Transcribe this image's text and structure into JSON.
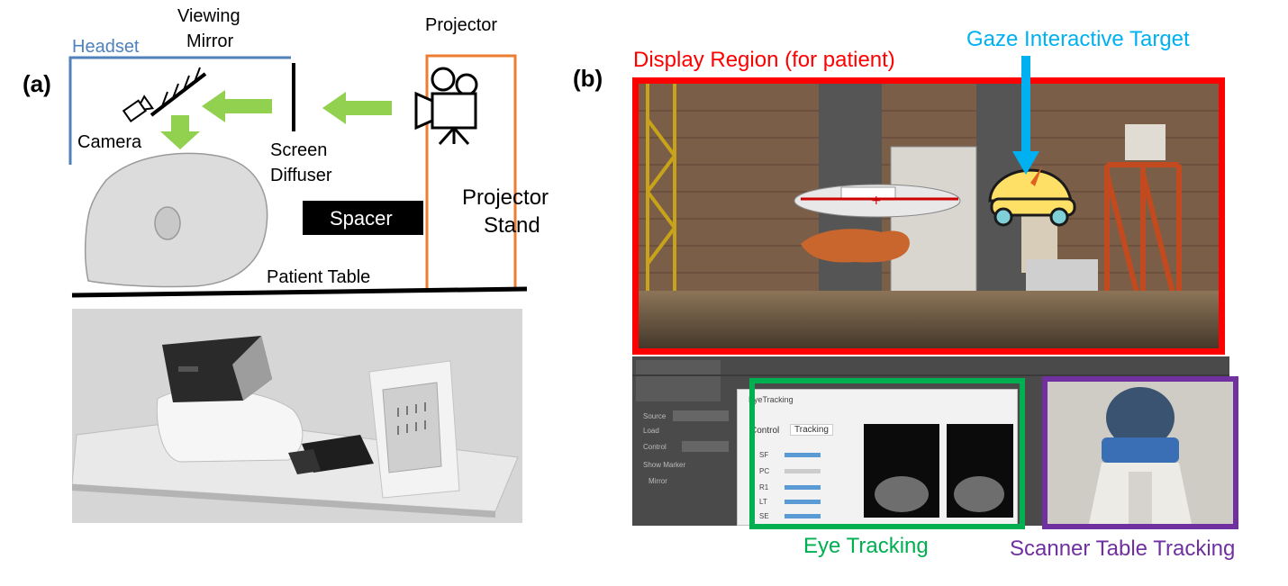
{
  "panel_a": {
    "letter": "(a)",
    "labels": {
      "headset": "Headset",
      "viewing_mirror_line1": "Viewing",
      "viewing_mirror_line2": "Mirror",
      "projector": "Projector",
      "camera": "Camera",
      "screen_diffuser_line1": "Screen",
      "screen_diffuser_line2": "Diffuser",
      "spacer": "Spacer",
      "projector_stand_line1": "Projector",
      "projector_stand_line2": "Stand",
      "patient_table": "Patient Table"
    },
    "colors": {
      "headset": "#4f81bd",
      "stand": "#ed7d31",
      "arrow": "#92d050",
      "spacer": "#000000"
    }
  },
  "panel_b": {
    "letter": "(b)",
    "labels": {
      "display_region": "Display Region (for patient)",
      "gaze_target": "Gaze Interactive Target",
      "eye_tracking": "Eye Tracking",
      "scanner_table_tracking": "Scanner Table Tracking"
    },
    "ui": {
      "window_title": "EyeTracking",
      "tab_control": "Control",
      "tab_tracking": "Tracking",
      "left_options": [
        "Source",
        "Load",
        "Control",
        "Show Marker",
        "Mirror"
      ],
      "sliders": [
        "SF",
        "PC",
        "R1",
        "LT",
        "SE"
      ]
    },
    "colors": {
      "display": "#ff0000",
      "gaze": "#00b0f0",
      "eye": "#00b050",
      "scanner": "#7030a0"
    }
  }
}
